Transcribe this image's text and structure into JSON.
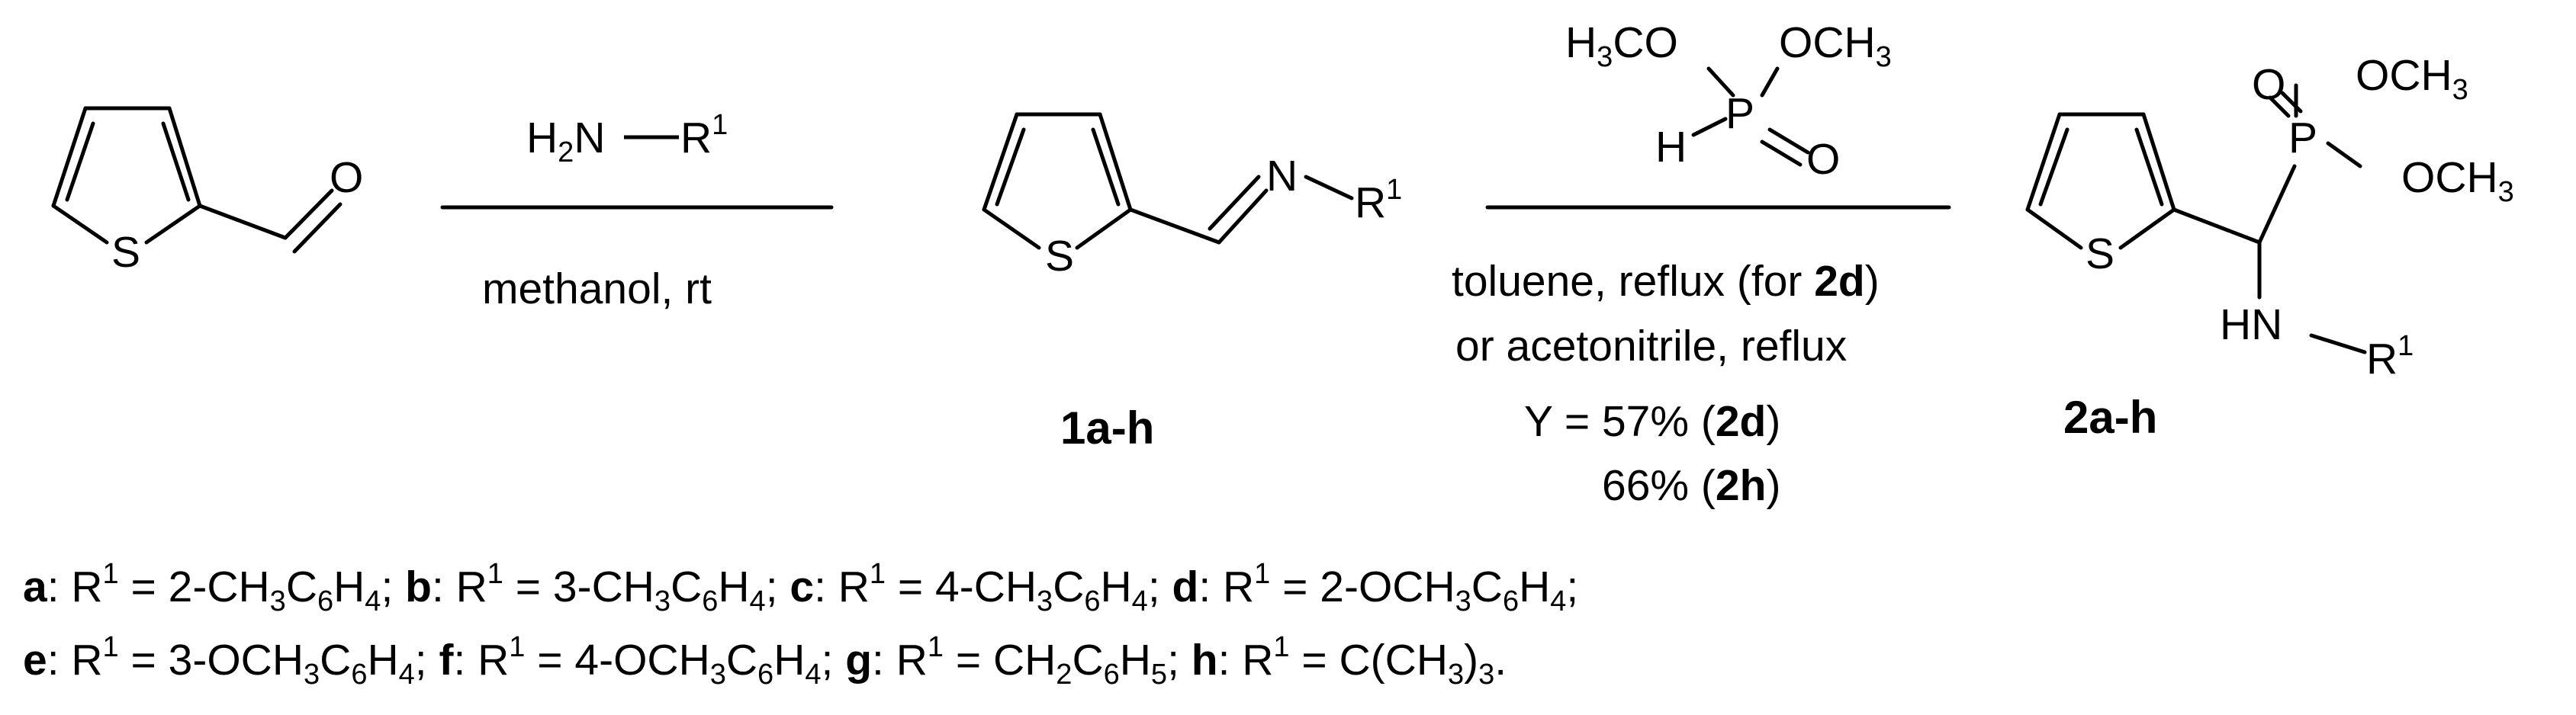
{
  "reagent1": {
    "h": "H",
    "sub2": "2",
    "n": "N",
    "r": "R",
    "sup1": "1"
  },
  "cond1": "methanol, rt",
  "sm": {
    "o": "O",
    "s": "S"
  },
  "imine": {
    "n": "N",
    "r": "R",
    "sup1": "1",
    "s": "S",
    "label": "1a-h"
  },
  "phosphite": {
    "h3co_h": "H",
    "h3co_sub": "3",
    "h3co_co": "CO",
    "och3_och": "OCH",
    "och3_sub": "3",
    "p": "P",
    "h": "H",
    "o": "O"
  },
  "cond2": {
    "line1_a": "toluene, reflux (for ",
    "line1_b": "2d",
    "line1_c": ")",
    "line2": "or acetonitrile, reflux",
    "y_a": "Y = 57% (",
    "y_b": "2d",
    "y_c": ")",
    "y2_a": "66% (",
    "y2_b": "2h",
    "y2_c": ")"
  },
  "product": {
    "o": "O",
    "p": "P",
    "och": "OCH",
    "sub3": "3",
    "s": "S",
    "hn": "HN",
    "r": "R",
    "sup1": "1",
    "label": "2a-h"
  },
  "legend": {
    "line1": [
      {
        "id": "a",
        "lead": "",
        "label": "a",
        "mid": ": R",
        "sup": "1",
        "eq": " = 2-CH",
        "s1": "3",
        "m1": "C",
        "s2": "6",
        "m2": "H",
        "s3": "4",
        "end": ";"
      },
      {
        "id": "b",
        "lead": " ",
        "label": "b",
        "mid": ": R",
        "sup": "1",
        "eq": " = 3-CH",
        "s1": "3",
        "m1": "C",
        "s2": "6",
        "m2": "H",
        "s3": "4",
        "end": ";"
      },
      {
        "id": "c",
        "lead": " ",
        "label": "c",
        "mid": ": R",
        "sup": "1",
        "eq": " = 4-CH",
        "s1": "3",
        "m1": "C",
        "s2": "6",
        "m2": "H",
        "s3": "4",
        "end": ";"
      },
      {
        "id": "d",
        "lead": " ",
        "label": "d",
        "mid": ": R",
        "sup": "1",
        "eq": " = 2-OCH",
        "s1": "3",
        "m1": "C",
        "s2": "6",
        "m2": "H",
        "s3": "4",
        "end": ";"
      }
    ],
    "line2": [
      {
        "id": "e",
        "lead": "",
        "label": "e",
        "mid": ": R",
        "sup": "1",
        "eq": " = 3-OCH",
        "s1": "3",
        "m1": "C",
        "s2": "6",
        "m2": "H",
        "s3": "4",
        "end": ";"
      },
      {
        "id": "f",
        "lead": " ",
        "label": "f",
        "mid": ": R",
        "sup": "1",
        "eq": " = 4-OCH",
        "s1": "3",
        "m1": "C",
        "s2": "6",
        "m2": "H",
        "s3": "4",
        "end": ";"
      },
      {
        "id": "g",
        "lead": " ",
        "label": "g",
        "mid": ": R",
        "sup": "1",
        "eq": " = CH",
        "s1": "2",
        "m1": "C",
        "s2": "6",
        "m2": "H",
        "s3": "5",
        "end": ";"
      },
      {
        "id": "h",
        "lead": " ",
        "label": "h",
        "mid": ": R",
        "sup": "1",
        "eq": " = C(CH",
        "s1": "3",
        "m1": ")",
        "s2": "3",
        "m2": "",
        "s3": "",
        "end": "."
      }
    ]
  }
}
